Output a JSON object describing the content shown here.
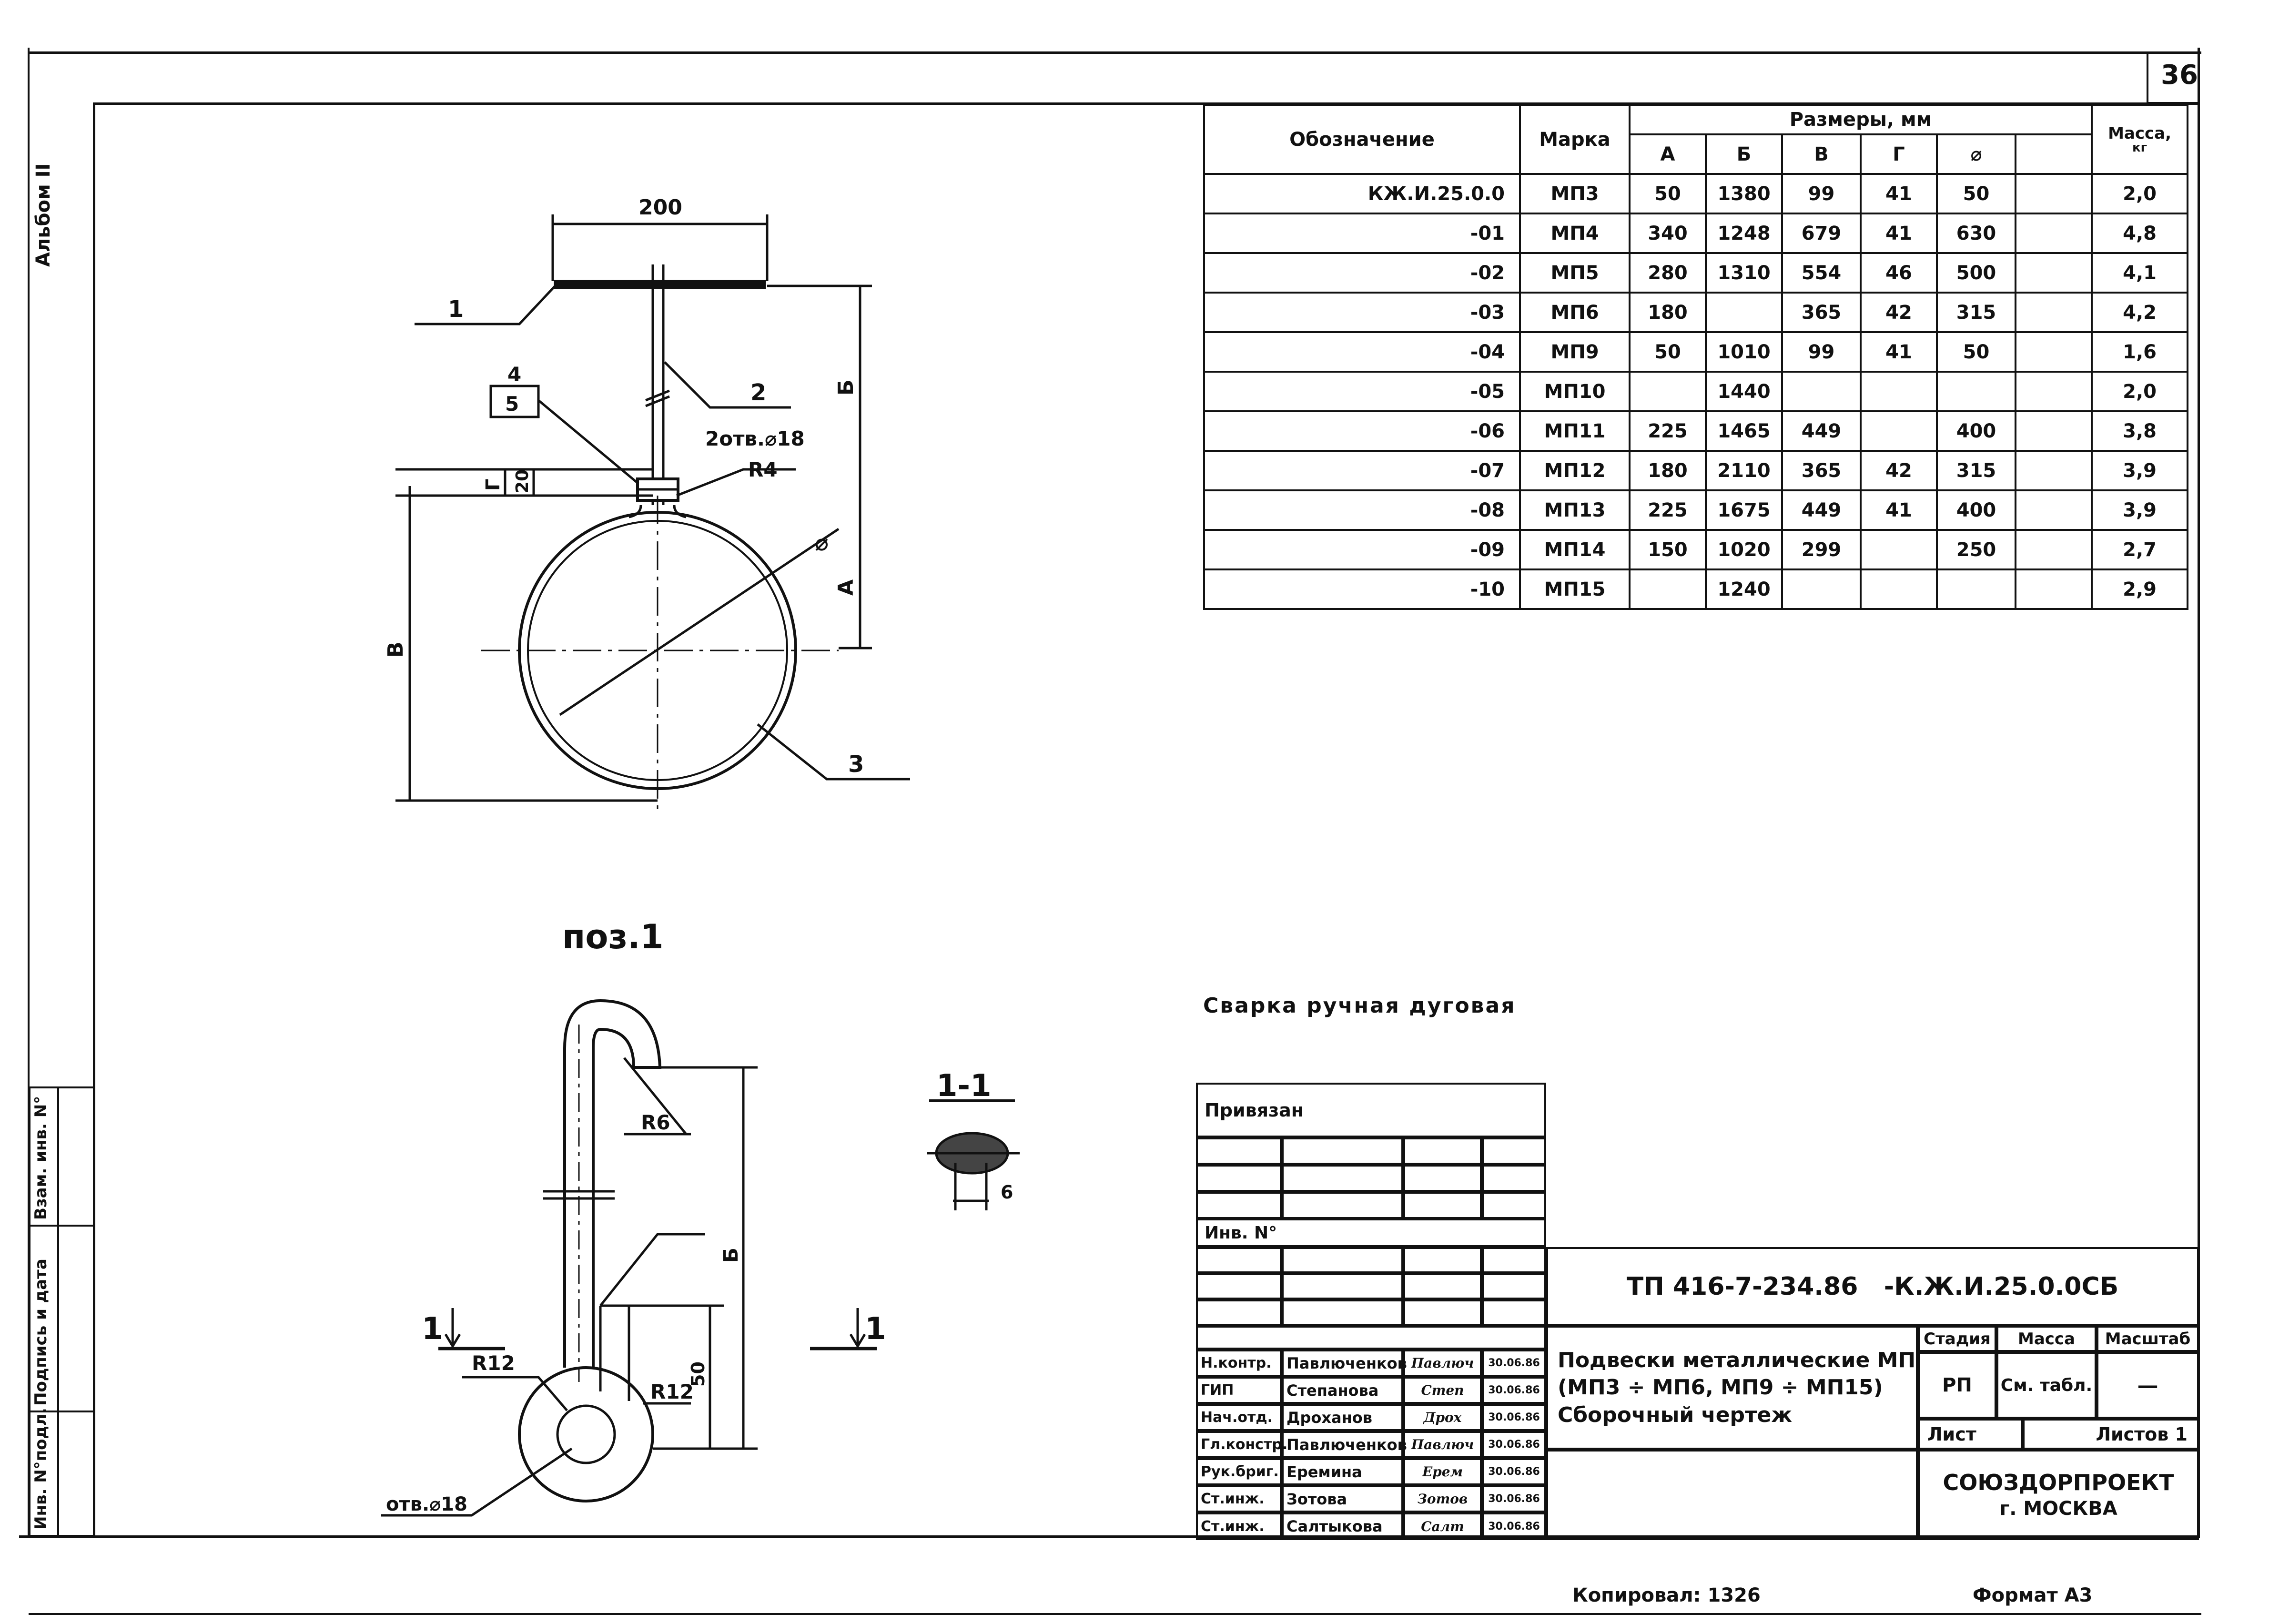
{
  "sheet_number": "36",
  "side_label_top": "Альбом II",
  "side_stamp": {
    "inv_podl": "Инв. N°подл.",
    "podpis_data": "Подпись и дата",
    "vzam_inv": "Взам. инв. N°"
  },
  "main_view": {
    "dim_width": "200",
    "dim_B_label": "Б",
    "dim_G_label": "Г",
    "dim_20": "20",
    "dim_A_label": "А",
    "dim_V_label": "В",
    "dia_label": "⌀",
    "callout_1": "1",
    "callout_2": "2",
    "callout_3": "3",
    "callout_4": "4",
    "callout_5": "5",
    "holes_note": "2отв.⌀18",
    "radius_note": "R4"
  },
  "detail_view": {
    "title": "поз.1",
    "r6": "R6",
    "r12_left": "R12",
    "r12_right": "R12",
    "dim_B_label": "Б",
    "dim_50": "50",
    "section_mark_left": "1",
    "section_mark_right": "1",
    "hole_note": "отв.⌀18"
  },
  "section_view": {
    "title": "1-1",
    "dim": "6"
  },
  "welding_note": "Сварка ручная дуговая",
  "spec_table": {
    "header_designation": "Обозначение",
    "header_mark": "Марка",
    "header_sizes": "Размеры, мм",
    "header_mass": "Масса,",
    "header_mass_unit": "кг",
    "col_A": "А",
    "col_B": "Б",
    "col_V": "В",
    "col_G": "Г",
    "col_D": "⌀",
    "rows": [
      {
        "designation": "КЖ.И.25.0.0",
        "mark": "МП3",
        "a": "50",
        "b": "1380",
        "v": "99",
        "g": "41",
        "d": "50",
        "mass": "2,0"
      },
      {
        "designation": "-01",
        "mark": "МП4",
        "a": "340",
        "b": "1248",
        "v": "679",
        "g": "41",
        "d": "630",
        "mass": "4,8"
      },
      {
        "designation": "-02",
        "mark": "МП5",
        "a": "280",
        "b": "1310",
        "v": "554",
        "g": "46",
        "d": "500",
        "mass": "4,1"
      },
      {
        "designation": "-03",
        "mark": "МП6",
        "a": "180",
        "b": "",
        "v": "365",
        "g": "42",
        "d": "315",
        "mass": "4,2"
      },
      {
        "designation": "-04",
        "mark": "МП9",
        "a": "50",
        "b": "1010",
        "v": "99",
        "g": "41",
        "d": "50",
        "mass": "1,6"
      },
      {
        "designation": "-05",
        "mark": "МП10",
        "a": "",
        "b": "1440",
        "v": "",
        "g": "",
        "d": "",
        "mass": "2,0"
      },
      {
        "designation": "-06",
        "mark": "МП11",
        "a": "225",
        "b": "1465",
        "v": "449",
        "g": "",
        "d": "400",
        "mass": "3,8"
      },
      {
        "designation": "-07",
        "mark": "МП12",
        "a": "180",
        "b": "2110",
        "v": "365",
        "g": "42",
        "d": "315",
        "mass": "3,9"
      },
      {
        "designation": "-08",
        "mark": "МП13",
        "a": "225",
        "b": "1675",
        "v": "449",
        "g": "41",
        "d": "400",
        "mass": "3,9"
      },
      {
        "designation": "-09",
        "mark": "МП14",
        "a": "150",
        "b": "1020",
        "v": "299",
        "g": "",
        "d": "250",
        "mass": "2,7"
      },
      {
        "designation": "-10",
        "mark": "МП15",
        "a": "",
        "b": "1240",
        "v": "",
        "g": "",
        "d": "",
        "mass": "2,9"
      }
    ]
  },
  "title_block": {
    "privyazan": "Привязан",
    "inv_no": "Инв. N°",
    "doc_code": "ТП 416-7-234.86   -К.Ж.И.25.0.0СБ",
    "title_line1": "Подвески металлические МП",
    "title_line2": "(МП3 ÷ МП6, МП9 ÷ МП15)",
    "title_line3": "Сборочный чертеж",
    "stage_header": "Стадия",
    "mass_header": "Масса",
    "scale_header": "Масштаб",
    "stage_value": "РП",
    "mass_value": "См. табл.",
    "scale_value": "—",
    "sheet_label": "Лист",
    "sheets_label": "Листов 1",
    "org_name": "СОЮЗДОРПРОЕКТ",
    "org_city": "г. МОСКВА",
    "people": [
      {
        "role": "Н.контр.",
        "name": "Павлюченков",
        "signature": "Павлюч",
        "date": "30.06.86"
      },
      {
        "role": "ГИП",
        "name": "Степанова",
        "signature": "Степ",
        "date": "30.06.86"
      },
      {
        "role": "Нач.отд.",
        "name": "Дроханов",
        "signature": "Дрох",
        "date": "30.06.86"
      },
      {
        "role": "Гл.констр.",
        "name": "Павлюченков",
        "signature": "Павлюч",
        "date": "30.06.86"
      },
      {
        "role": "Рук.бриг.",
        "name": "Еремина",
        "signature": "Ерем",
        "date": "30.06.86"
      },
      {
        "role": "Ст.инж.",
        "name": "Зотова",
        "signature": "Зотов",
        "date": "30.06.86"
      },
      {
        "role": "Ст.инж.",
        "name": "Салтыкова",
        "signature": "Салт",
        "date": "30.06.86"
      }
    ]
  },
  "copied_by": "Копировал: 1326",
  "format": "Формат А3"
}
